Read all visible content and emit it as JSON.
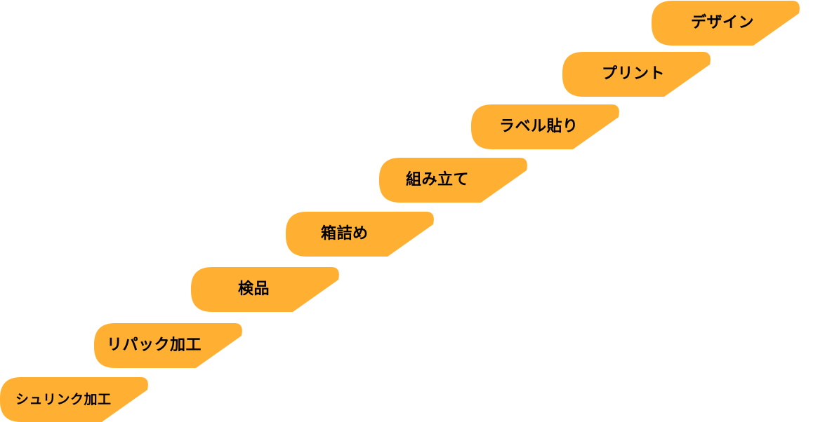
{
  "colors": {
    "step_fill": "#FFB033",
    "label_text": "#000000"
  },
  "steps": [
    {
      "label": "デザイン"
    },
    {
      "label": "プリント"
    },
    {
      "label": "ラベル貼り"
    },
    {
      "label": "組み立て"
    },
    {
      "label": "箱詰め"
    },
    {
      "label": "検品"
    },
    {
      "label": "リパック加工"
    },
    {
      "label": "シュリンク加工"
    }
  ]
}
